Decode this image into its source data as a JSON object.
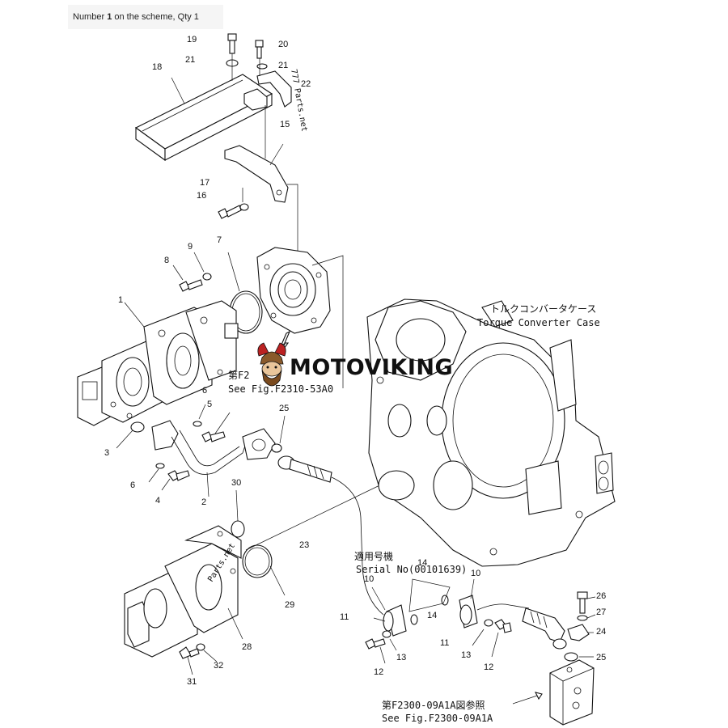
{
  "header": {
    "prefix": "Number ",
    "number": "1",
    "suffix": " on the scheme, Qty 1"
  },
  "logo": {
    "text": "MOTOVIKING"
  },
  "captions": {
    "torque_jp": "トルクコンバータケース",
    "torque_en": "Torque Converter Case",
    "see_top_jp": "第F2",
    "see_top_en": "See Fig.F2310-53A0",
    "serial_jp": "適用号機",
    "serial_en": "Serial No(00101639)",
    "see_bottom_jp": "第F2300-09A1A図参照",
    "see_bottom_en": "See Fig.F2300-09A1A",
    "parts_net_1": "777 Parts.net",
    "parts_net_2": "Parts.net"
  },
  "callouts": [
    "19",
    "21",
    "20",
    "21",
    "22",
    "18",
    "15",
    "17",
    "16",
    "7",
    "9",
    "8",
    "1",
    "6",
    "5",
    "3",
    "6",
    "4",
    "2",
    "25",
    "30",
    "23",
    "29",
    "28",
    "31",
    "32",
    "10",
    "14",
    "10",
    "11",
    "14",
    "11",
    "13",
    "12",
    "13",
    "12",
    "26",
    "27",
    "24",
    "25"
  ]
}
